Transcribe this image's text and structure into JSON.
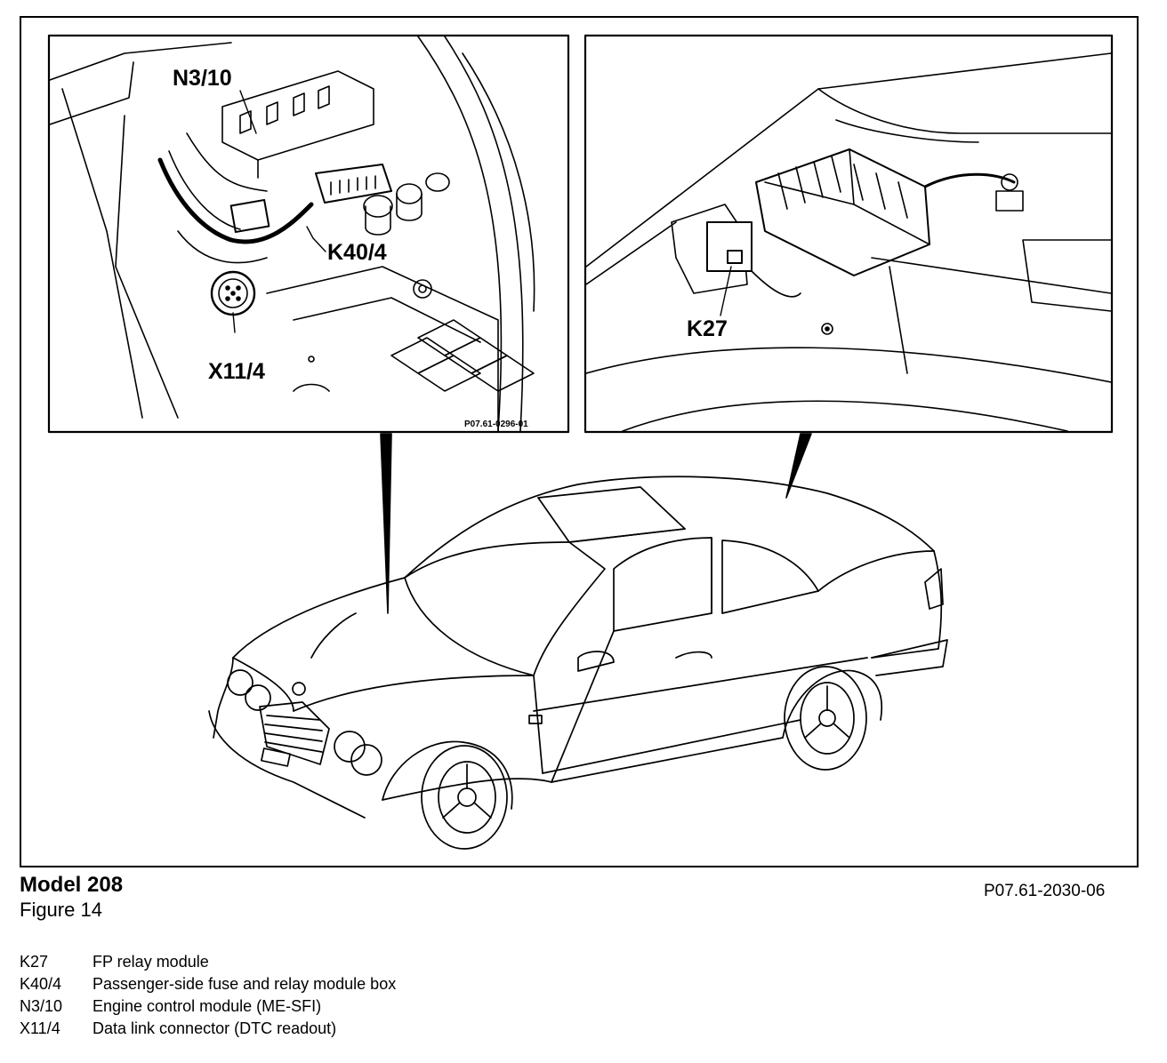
{
  "figure": {
    "model": "Model 208",
    "number": "Figure 14",
    "ref_main": "P07.61-2030-06",
    "ref_inset_left": "P07.61-0296-01"
  },
  "callouts": {
    "n3_10": "N3/10",
    "k40_4": "K40/4",
    "x11_4": "X11/4",
    "k27": "K27"
  },
  "legend": [
    {
      "code": "K27",
      "description": "FP relay module"
    },
    {
      "code": "K40/4",
      "description": "Passenger-side fuse and relay module box"
    },
    {
      "code": "N3/10",
      "description": "Engine control module (ME-SFI)"
    },
    {
      "code": "X11/4",
      "description": "Data link connector (DTC readout)"
    }
  ],
  "colors": {
    "ink": "#000000",
    "paper": "#ffffff"
  }
}
